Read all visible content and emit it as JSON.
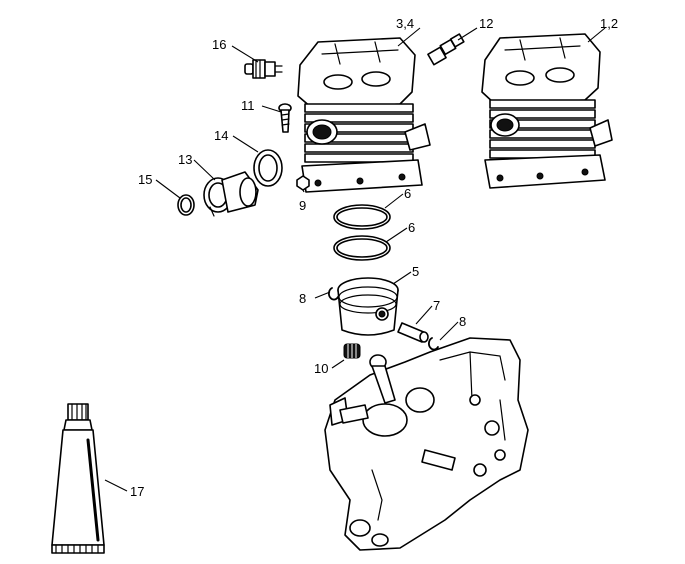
{
  "callouts": [
    {
      "id": "c1",
      "text": "1,2"
    },
    {
      "id": "c2",
      "text": "3,4"
    },
    {
      "id": "c3",
      "text": "12"
    },
    {
      "id": "c4",
      "text": "16"
    },
    {
      "id": "c5",
      "text": "11"
    },
    {
      "id": "c6",
      "text": "14"
    },
    {
      "id": "c7",
      "text": "13"
    },
    {
      "id": "c8",
      "text": "15"
    },
    {
      "id": "c9",
      "text": "9"
    },
    {
      "id": "c10",
      "text": "6"
    },
    {
      "id": "c11",
      "text": "6"
    },
    {
      "id": "c12",
      "text": "5"
    },
    {
      "id": "c13",
      "text": "8"
    },
    {
      "id": "c14",
      "text": "7"
    },
    {
      "id": "c15",
      "text": "8"
    },
    {
      "id": "c16",
      "text": "10"
    },
    {
      "id": "c17",
      "text": "17"
    }
  ]
}
